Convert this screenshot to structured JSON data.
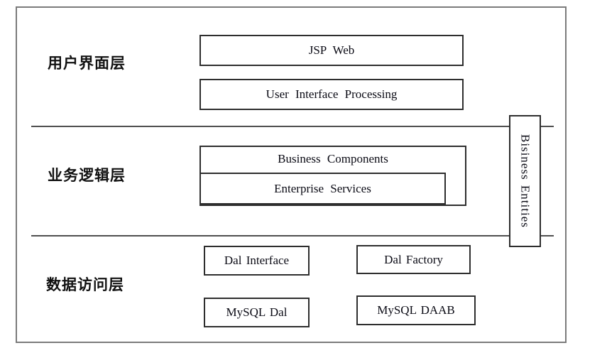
{
  "diagram": {
    "title": "three-tier-architecture",
    "layers": [
      {
        "label": "用户界面层",
        "boxes": [
          {
            "label": "JSP Web"
          },
          {
            "label": "User Interface Processing"
          }
        ]
      },
      {
        "label": "业务逻辑层",
        "boxes": [
          {
            "label": "Business Components"
          },
          {
            "label": "Enterprise Services"
          }
        ]
      },
      {
        "label": "数据访问层",
        "boxes": [
          {
            "label": "Dal Interface"
          },
          {
            "label": "Dal Factory"
          },
          {
            "label": "MySQL Dal"
          },
          {
            "label": "MySQL DAAB"
          }
        ]
      }
    ],
    "side_box": {
      "label": "Bisiness Entities"
    },
    "colors": {
      "background": "#ffffff",
      "frame_border": "#7b7b7b",
      "divider_line": "#4f4f4f",
      "box_border": "#2e2e2e",
      "text": "#0a0a14"
    }
  }
}
